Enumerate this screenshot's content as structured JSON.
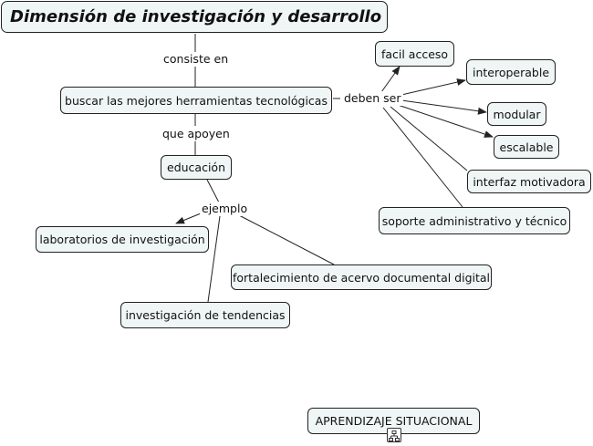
{
  "title": "Dimensión de investigación y desarrollo",
  "concepts": {
    "herramientas": "buscar las mejores herramientas tecnológicas",
    "educacion": "educación",
    "facil_acceso": "facil acceso",
    "interoperable": "interoperable",
    "modular": "modular",
    "escalable": "escalable",
    "interfaz": "interfaz motivadora",
    "soporte": "soporte administrativo y técnico",
    "laboratorios": "laboratorios de investigación",
    "fortalecimiento": "fortalecimiento de acervo documental digital",
    "tendencias": "investigación de tendencias",
    "aprendizaje": "APRENDIZAJE SITUACIONAL"
  },
  "link_labels": {
    "consiste_en": "consiste en",
    "deben_ser": "deben ser",
    "que_apoyen": "que apoyen",
    "ejemplo": "ejemplo"
  },
  "icons": {
    "aprendizaje_link": "concept-map-icon"
  },
  "colors": {
    "node_fill": "#f0f6f6",
    "node_border": "#222222",
    "line": "#222222"
  }
}
